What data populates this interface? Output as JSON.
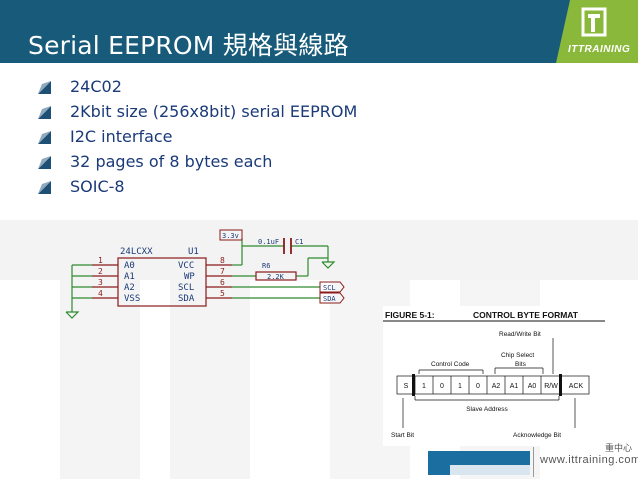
{
  "slide": {
    "title": "Serial EEPROM 規格與線路",
    "logo_text": "ITTRAINING",
    "bullets": [
      "24C02",
      "2Kbit size (256x8bit)  serial EEPROM",
      "I2C interface",
      "32 pages of 8 bytes each",
      "SOIC-8"
    ],
    "colors": {
      "header": "#175a79",
      "bullet_text": "#1a3a78",
      "bullet_icon": "#1e4f74"
    }
  },
  "schematic": {
    "chip_name": "24LCXX",
    "chip_ref": "U1",
    "left_pins": [
      "A0",
      "A1",
      "A2",
      "VSS"
    ],
    "left_pin_numbers": [
      "1",
      "2",
      "3",
      "4"
    ],
    "right_pins": [
      "VCC",
      "WP",
      "SCL",
      "SDA"
    ],
    "right_pin_numbers": [
      "8",
      "7",
      "6",
      "5"
    ],
    "power_label": "3.3v",
    "cap_value": "0.1uF",
    "cap_ref": "C1",
    "resistor_ref": "R6",
    "resistor_value": "2.2K",
    "scl_label": "SCL",
    "sda_label": "SDA"
  },
  "figure": {
    "number": "FIGURE 5-1:",
    "title": "CONTROL BYTE FORMAT",
    "rw_label": "Read/Write Bit",
    "chip_select": "Chip Select",
    "bits_label": "Bits",
    "control_code": "Control Code",
    "cells": [
      "S",
      "1",
      "0",
      "1",
      "0",
      "A2",
      "A1",
      "A0",
      "R/W",
      "ACK"
    ],
    "slave_address": "Slave Address",
    "start_bit": "Start Bit",
    "ack_bit": "Acknowledge Bit"
  },
  "footer": {
    "url": "www.ittraining.com.tw",
    "tag": "重中心"
  }
}
